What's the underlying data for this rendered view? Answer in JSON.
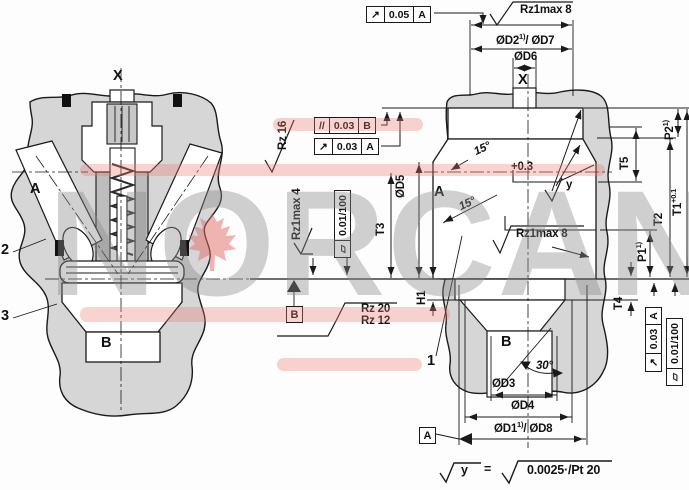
{
  "watermark": {
    "text": "NORCAN"
  },
  "labels": {
    "x_left": "X",
    "x_right": "X",
    "a_left": "A",
    "a_right": "A",
    "b_left": "B",
    "b_right": "B",
    "part1": "1",
    "part2": "2",
    "part3": "3",
    "plus03": "+0.3",
    "y_mark": "y",
    "angle15_1": "15°",
    "angle15_2": "15°",
    "angle30": "30°"
  },
  "surface": {
    "rz16": "Rz 16",
    "rz1max4": "Rz1max 4",
    "rz1max8_top": "Rz1max 8",
    "rz1max8_mid": "Rz1max 8",
    "rz20": "Rz 20",
    "rz12": "Rz 12"
  },
  "fcf": {
    "runout_sym": "↗",
    "parallel_sym": "//",
    "flat_sym": "▱",
    "f005": {
      "tol": "0.05",
      "datum": "A"
    },
    "f003b": {
      "tol": "0.03",
      "datum": "B"
    },
    "f003a": {
      "tol": "0.03",
      "datum": "A"
    },
    "flat100": "0.01/100",
    "f003a_btm": {
      "tol": "0.03",
      "datum": "A"
    },
    "flat100_btm": "0.01/100"
  },
  "dims": {
    "d2": "ØD2",
    "d2sup": "1)",
    "d2b": "/ ØD7",
    "d6": "ØD6",
    "d5": "ØD5",
    "t3": "T3",
    "t5": "T5",
    "t2": "T2",
    "t1": "T1",
    "t1sup": "+0.1",
    "p1": "P1",
    "p1sup": "1)",
    "p2": "P2",
    "p2sup": "1)",
    "t4": "T4",
    "h1": "H1",
    "d3": "ØD3",
    "d4": "ØD4",
    "d1": "ØD1",
    "d1sup": "1)",
    "d1b": "/ ØD8"
  },
  "datums": {
    "a": "A",
    "b": "B",
    "a_bottom": "A"
  },
  "formula": {
    "lhs": "y",
    "eq": "=",
    "rhs": "0.0025·/Pt 20"
  }
}
